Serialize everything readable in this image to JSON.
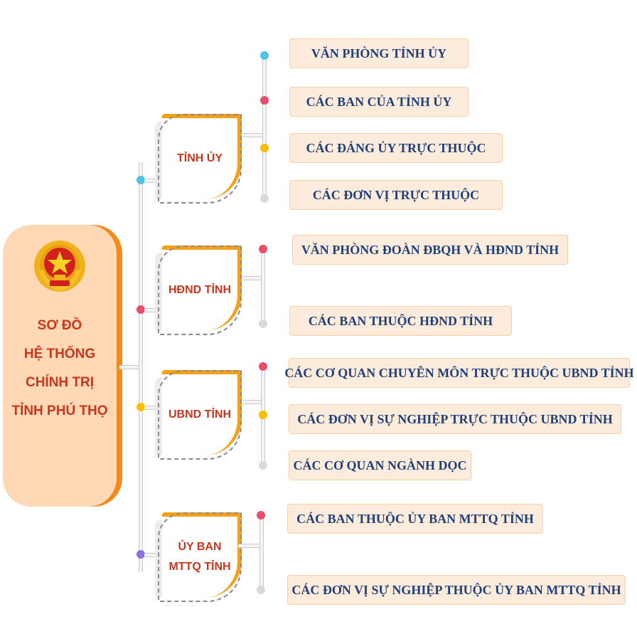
{
  "root": {
    "title_lines": [
      "SƠ ĐỒ",
      "HỆ THỐNG",
      "CHÍNH TRỊ",
      "TỈNH PHÚ THỌ"
    ]
  },
  "colors": {
    "cyan": "#4fc4de",
    "red": "#e94e6a",
    "yellow": "#f6c000",
    "purple": "#8c6fe0",
    "gray": "#d9d9d9",
    "accent_orange": "#f5a01a",
    "title_red": "#c8361d",
    "leaf_text_navy": "#1f3f7a",
    "leaf_bg": "#fdecdc"
  },
  "branches": [
    {
      "label_lines": [
        "TỈNH ỦY"
      ],
      "children": [
        "VĂN PHÒNG TỈNH ỦY",
        "CÁC BAN CỦA TỈNH ỦY",
        "CÁC ĐẢNG ỦY TRỰC THUỘC",
        "CÁC ĐƠN VỊ TRỰC THUỘC"
      ]
    },
    {
      "label_lines": [
        "HĐND TỈNH"
      ],
      "children": [
        "VĂN PHÒNG ĐOÀN ĐBQH VÀ HĐND TỈNH",
        "CÁC BAN THUỘC HĐND TỈNH"
      ]
    },
    {
      "label_lines": [
        "UBND TỈNH"
      ],
      "children": [
        "CÁC CƠ QUAN CHUYÊN MÔN TRỰC THUỘC UBND TỈNH",
        "CÁC ĐƠN VỊ SỰ NGHIỆP TRỰC THUỘC UBND TỈNH",
        "CÁC CƠ QUAN NGÀNH DỌC"
      ]
    },
    {
      "label_lines": [
        "ỦY BAN",
        "MTTQ TỈNH"
      ],
      "children": [
        "CÁC BAN THUỘC ỦY BAN MTTQ TỈNH",
        "CÁC ĐƠN VỊ SỰ NGHIỆP THUỘC ỦY BAN MTTQ TỈNH"
      ]
    }
  ]
}
